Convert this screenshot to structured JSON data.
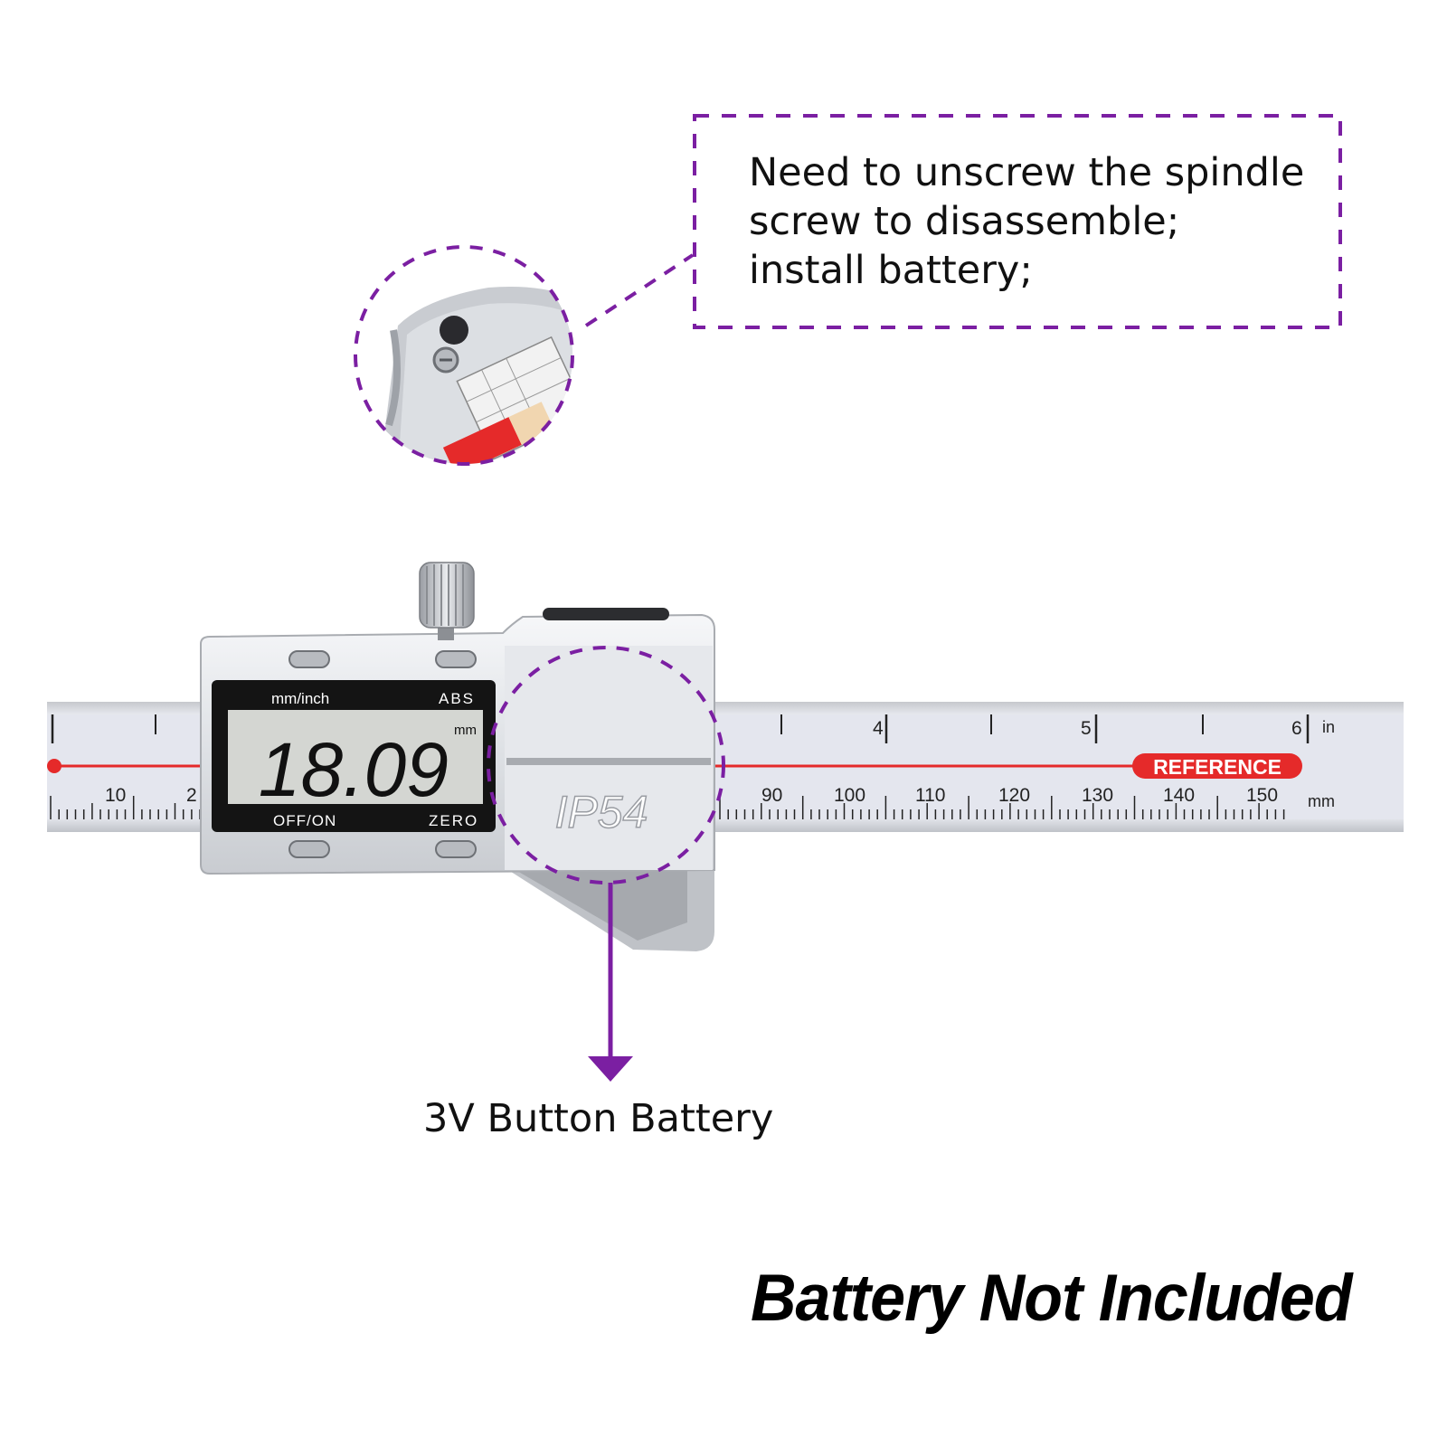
{
  "callout": {
    "lines": [
      "Need to unscrew the spindle",
      "screw to disassemble;",
      "install battery;"
    ]
  },
  "battery_label": "3V Button Battery",
  "footer_title": "Battery Not Included",
  "caliper": {
    "unit_toggle_label": "mm/inch",
    "abs_label": "ABS",
    "reading": "18.09",
    "reading_unit": "mm",
    "off_on_label": "OFF/ON",
    "zero_label": "ZERO",
    "ip_rating": "IP54",
    "reference_label": "REFERENCE",
    "inch_scale": {
      "ticks": [
        "4",
        "5",
        "6"
      ],
      "unit": "in"
    },
    "mm_scale": {
      "ticks": [
        "10",
        "2",
        "90",
        "100",
        "110",
        "120",
        "130",
        "140",
        "150"
      ],
      "unit": "mm"
    }
  },
  "colors": {
    "accent_purple": "#7b1fa2",
    "reference_red": "#e52a2a",
    "lcd_background": "#d4d6d2",
    "body_silver": "#e4e6ea"
  }
}
